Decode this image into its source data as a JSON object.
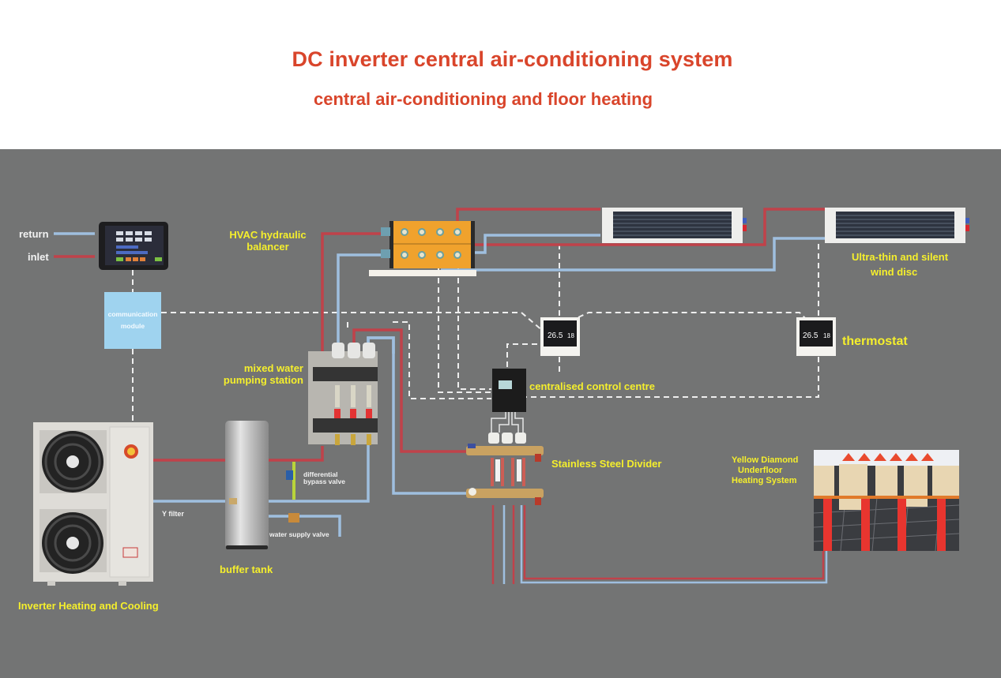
{
  "header": {
    "title": "DC inverter central air-conditioning system",
    "subtitle": "central air-conditioning and floor heating"
  },
  "colors": {
    "title": "#d9452b",
    "panel_background": "#737474",
    "label": "#f5ef2c",
    "inlet_pipe": "#c0424a",
    "return_pipe": "#9fbfdf",
    "control_wire": "#f2f2f2",
    "module": "#9fd3ef"
  },
  "legend": {
    "return": "return",
    "inlet": "inlet"
  },
  "components": {
    "tablet_controller": "touch-screen-controller",
    "communication_module": {
      "line1": "communication",
      "line2": "module"
    },
    "hydraulic_balancer": {
      "line1": "HVAC hydraulic",
      "line2": "balancer"
    },
    "wind_disc": {
      "line1": "Ultra-thin and silent",
      "line2": "wind disc"
    },
    "thermostat": "thermostat",
    "thermostat_display": {
      "temp": "26.5",
      "set": "18"
    },
    "pumping_station": {
      "line1": "mixed water",
      "line2": "pumping station"
    },
    "control_centre": "centralised control centre",
    "divider": "Stainless Steel Divider",
    "underfloor": {
      "line1": "Yellow Diamond",
      "line2": "Underfloor",
      "line3": "Heating System"
    },
    "outdoor_unit": "Inverter Heating and Cooling",
    "buffer_tank": "buffer tank",
    "y_filter": "Y filter",
    "bypass_valve": {
      "line1": "differential",
      "line2": "bypass valve"
    },
    "supply_valve": "water supply valve"
  }
}
